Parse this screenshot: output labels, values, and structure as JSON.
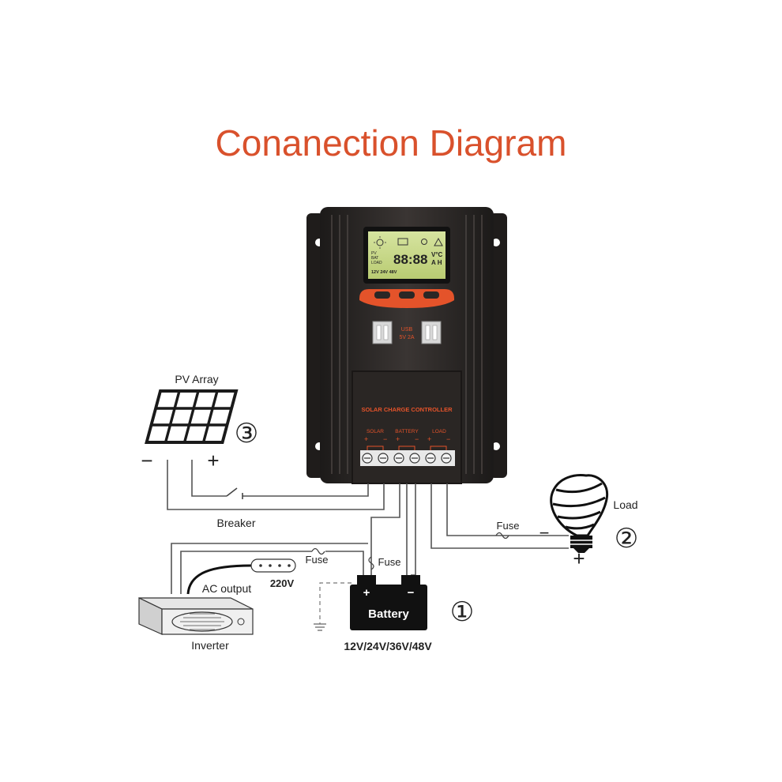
{
  "title": "Conanection Diagram",
  "controller": {
    "lcd_top_left": "PV",
    "lcd_bat": "BAT",
    "lcd_load": "LOAD",
    "lcd_digits": "88:88",
    "lcd_unit_top": "V°C",
    "lcd_unit_bottom": "A H",
    "lcd_voltages": "12V 24V 48V",
    "usb_label_1": "USB",
    "usb_label_2": "5V 2A",
    "panel_title": "SOLAR CHARGE CONTROLLER",
    "terminal_solar": "SOLAR",
    "terminal_battery": "BATTERY",
    "terminal_load": "LOAD"
  },
  "pv_array": {
    "label": "PV Array",
    "minus": "−",
    "plus": "+",
    "number": "③"
  },
  "breaker": {
    "label": "Breaker"
  },
  "load": {
    "label": "Load",
    "number": "②",
    "fuse": "Fuse",
    "minus": "−",
    "plus": "+"
  },
  "battery": {
    "label": "Battery",
    "plus": "+",
    "minus": "−",
    "voltages": "12V/24V/36V/48V",
    "number": "①",
    "fuse": "Fuse"
  },
  "inverter": {
    "label": "Inverter",
    "ac_output": "AC output",
    "voltage": "220V",
    "fuse": "Fuse"
  },
  "colors": {
    "title": "#d9512c",
    "accent": "#e4532a",
    "body": "#2b2725",
    "lcd": "#c9d98a"
  }
}
